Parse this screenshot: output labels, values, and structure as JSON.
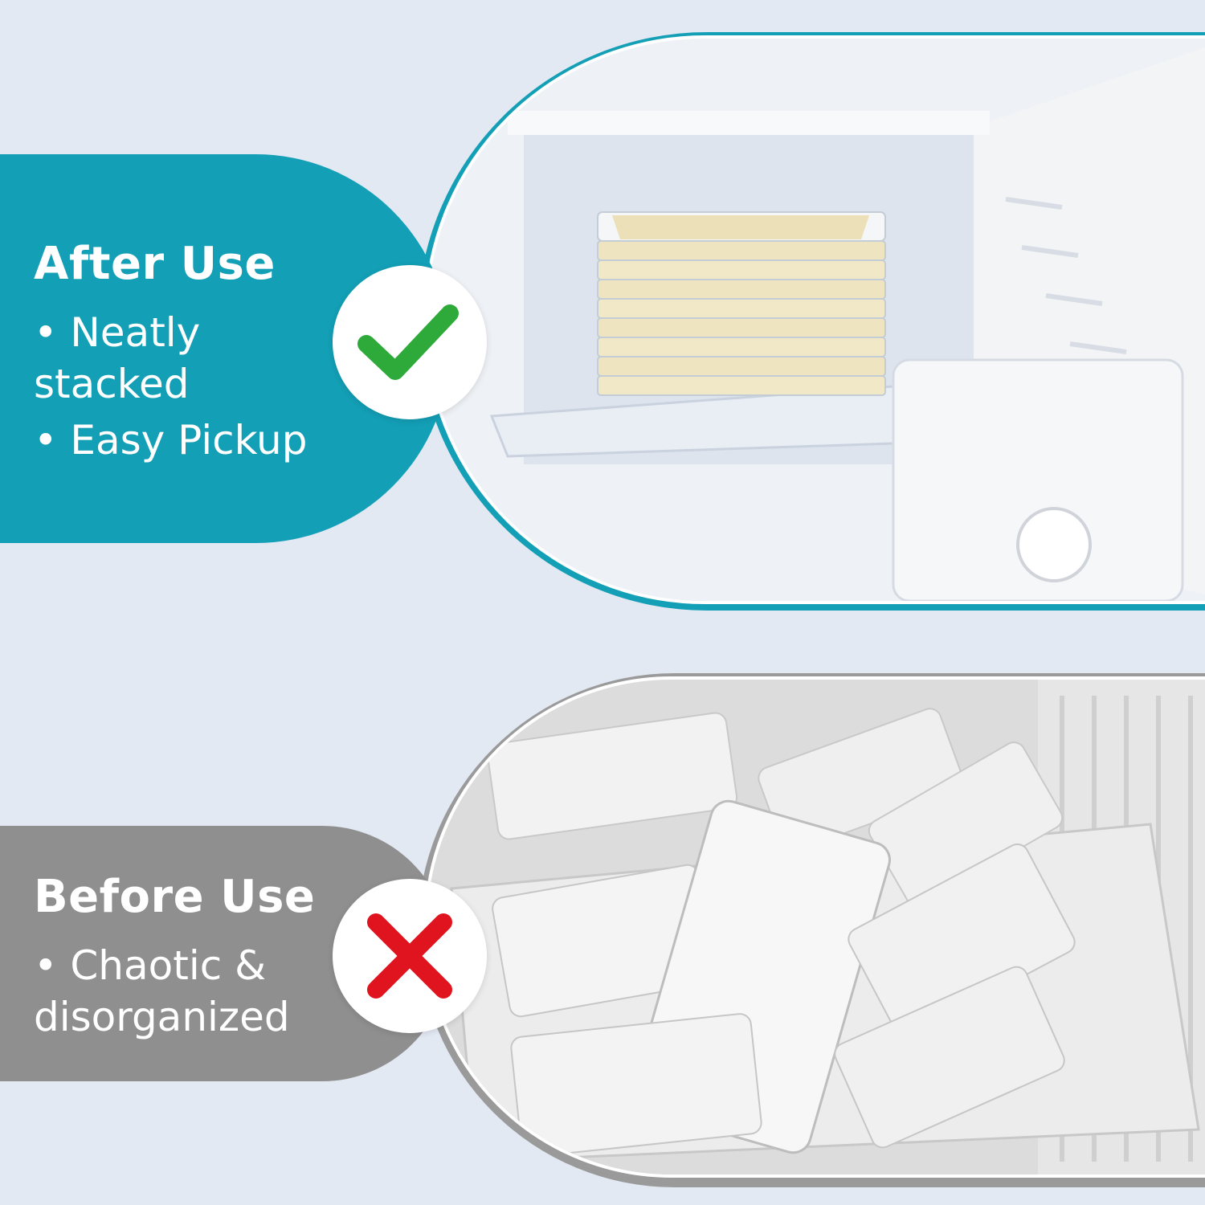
{
  "after": {
    "heading": "After Use",
    "bullets": [
      "• Neatly",
      "stacked",
      "• Easy Pickup"
    ],
    "badge_icon": "check-icon",
    "accent": "#139fb6",
    "icon_color": "#2eaa3a"
  },
  "before": {
    "heading": "Before Use",
    "bullets": [
      "• Chaotic &",
      "disorganized"
    ],
    "badge_icon": "cross-icon",
    "accent": "#8f8f8f",
    "icon_color": "#e0141e"
  },
  "photos": {
    "top": "fridge-stacked-trays-photo",
    "bottom": "freezer-loose-bags-photo"
  }
}
